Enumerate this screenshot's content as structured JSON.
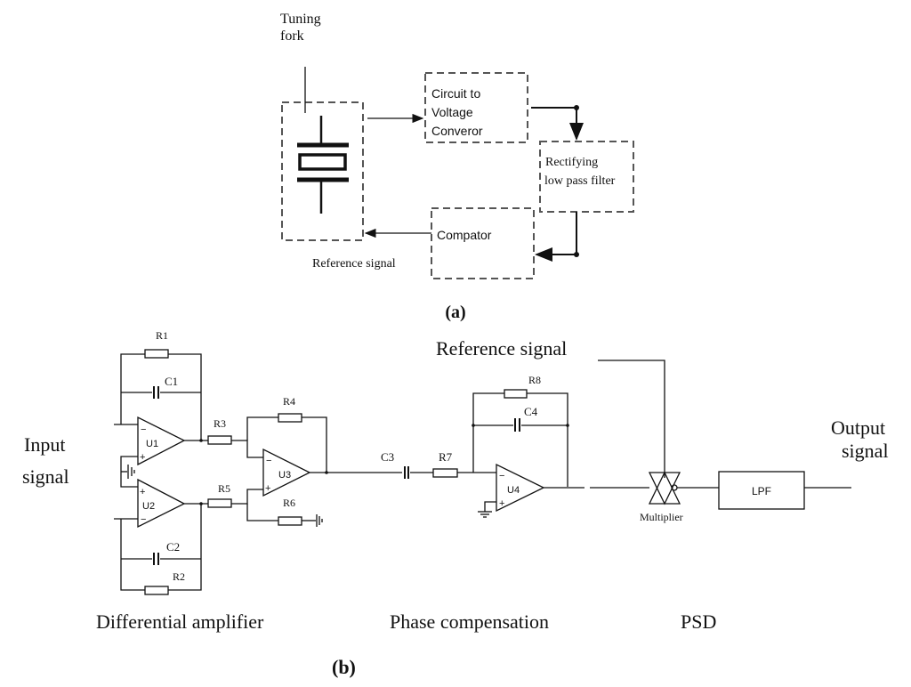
{
  "part_a": {
    "caption": "(a)",
    "tuning_fork_label": [
      "Tuning",
      "fork"
    ],
    "blocks": {
      "c2v": [
        "Circuit to",
        "Voltage",
        "Converor"
      ],
      "rectifier": [
        "Rectifying",
        "low pass filter"
      ],
      "comparator": "Compator"
    },
    "reference_signal_label": "Reference signal"
  },
  "part_b": {
    "caption": "(b)",
    "input_label": [
      "Input",
      "signal"
    ],
    "output_label": [
      "Output",
      "signal"
    ],
    "reference_signal_label": "Reference signal",
    "components": {
      "R1": "R1",
      "R2": "R2",
      "R3": "R3",
      "R4": "R4",
      "R5": "R5",
      "R6": "R6",
      "R7": "R7",
      "R8": "R8",
      "C1": "C1",
      "C2": "C2",
      "C3": "C3",
      "C4": "C4",
      "U1": "U1",
      "U2": "U2",
      "U3": "U3",
      "U4": "U4"
    },
    "multiplier_label": "Multiplier",
    "lpf_label": "LPF",
    "section_labels": {
      "diff_amp": "Differential amplifier",
      "phase_comp": "Phase compensation",
      "psd": "PSD"
    }
  }
}
